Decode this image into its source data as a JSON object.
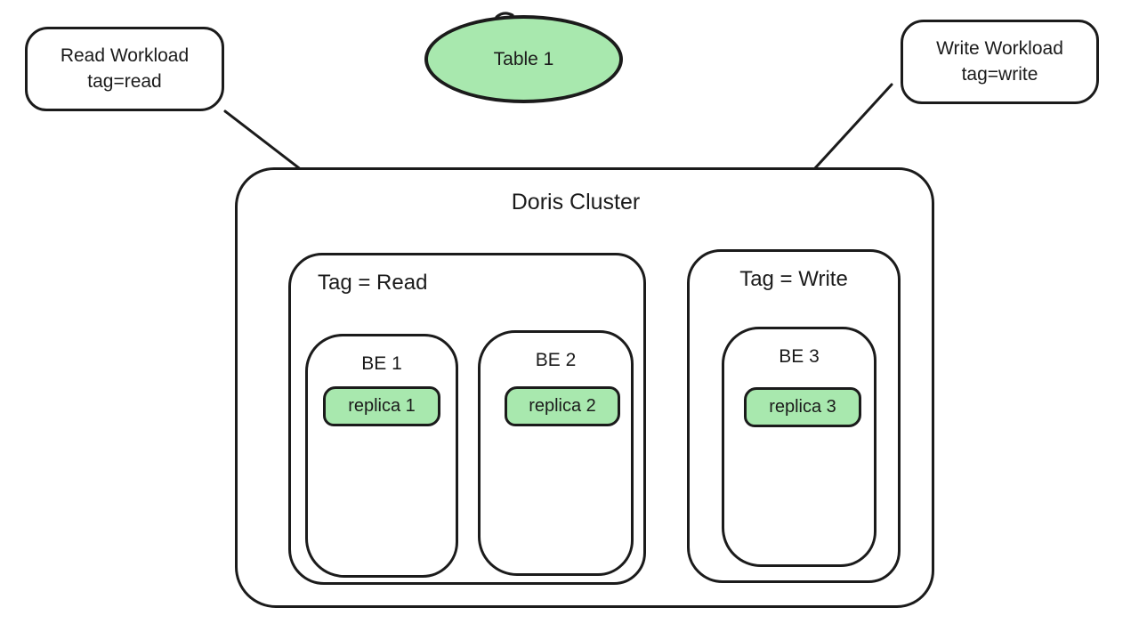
{
  "colors": {
    "green_fill": "#a8e8ae",
    "stroke": "#1b1b1b",
    "bg": "#ffffff"
  },
  "nodes": {
    "read_workload": {
      "line1": "Read Workload",
      "line2": "tag=read"
    },
    "write_workload": {
      "line1": "Write Workload",
      "line2": "tag=write"
    },
    "table": {
      "label": "Table 1"
    },
    "cluster": {
      "title": "Doris Cluster"
    },
    "tag_read": {
      "label": "Tag = Read"
    },
    "tag_write": {
      "label": "Tag = Write"
    },
    "be1": {
      "label": "BE 1"
    },
    "be2": {
      "label": "BE 2"
    },
    "be3": {
      "label": "BE 3"
    },
    "replica1": {
      "label": "replica 1"
    },
    "replica2": {
      "label": "replica 2"
    },
    "replica3": {
      "label": "replica 3"
    }
  }
}
